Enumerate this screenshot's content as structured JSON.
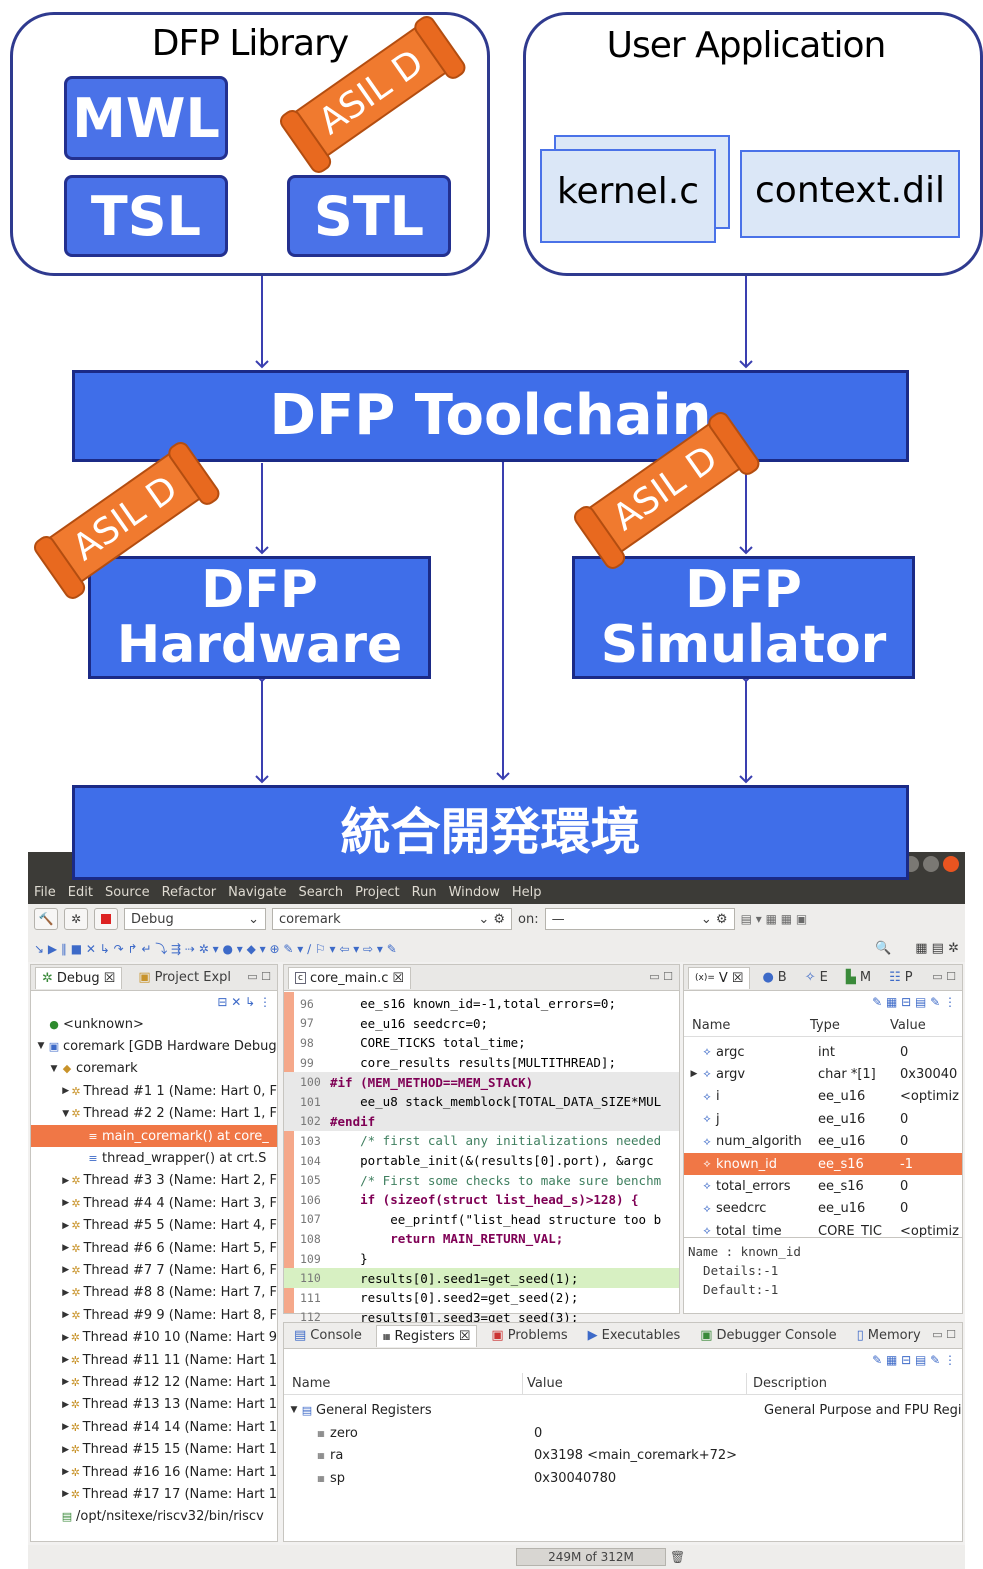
{
  "diagram": {
    "dfp_library": {
      "title": "DFP Library",
      "boxes": [
        "MWL",
        "TSL",
        "STL"
      ]
    },
    "user_application": {
      "title": "User Application",
      "files": [
        "kernel.c",
        "context.dil"
      ]
    },
    "toolchain": "DFP Toolchain",
    "hardware": [
      "DFP",
      "Hardware"
    ],
    "simulator": [
      "DFP",
      "Simulator"
    ],
    "ide": "統合開発環境",
    "badge": "ASIL D",
    "colors": {
      "box_fill": "#3f6ee9",
      "box_border": "#1b2a86",
      "badge": "#f07a2f",
      "arrow": "#3a3fb0",
      "group_border": "#2f3a8f"
    }
  },
  "ide": {
    "menu": [
      "File",
      "Edit",
      "Source",
      "Refactor",
      "Navigate",
      "Search",
      "Project",
      "Run",
      "Window",
      "Help"
    ],
    "toolbar": {
      "launch_mode": "Debug",
      "launch_config": "coremark",
      "on_label": "on:",
      "on_value": "—"
    },
    "debug_view": {
      "tabs": [
        "Debug",
        "Project Expl"
      ],
      "items": [
        {
          "indent": 0,
          "icon": "run-icon",
          "text": "<unknown>"
        },
        {
          "indent": 0,
          "expand": "▼",
          "icon": "c-launch-icon",
          "text": "coremark [GDB Hardware Debug"
        },
        {
          "indent": 1,
          "expand": "▼",
          "icon": "process-icon",
          "text": "coremark"
        },
        {
          "indent": 2,
          "expand": "▶",
          "icon": "thread-icon",
          "text": "Thread #1 1 (Name: Hart 0, F"
        },
        {
          "indent": 2,
          "expand": "▼",
          "icon": "thread-icon",
          "text": "Thread #2 2 (Name: Hart 1, F"
        },
        {
          "indent": 3,
          "icon": "frame-icon",
          "text": "main_coremark() at core_",
          "selected": true
        },
        {
          "indent": 3,
          "icon": "frame-icon",
          "text": "thread_wrapper() at crt.S"
        },
        {
          "indent": 2,
          "expand": "▶",
          "icon": "thread-icon",
          "text": "Thread #3 3 (Name: Hart 2, F"
        },
        {
          "indent": 2,
          "expand": "▶",
          "icon": "thread-icon",
          "text": "Thread #4 4 (Name: Hart 3, F"
        },
        {
          "indent": 2,
          "expand": "▶",
          "icon": "thread-icon",
          "text": "Thread #5 5 (Name: Hart 4, F"
        },
        {
          "indent": 2,
          "expand": "▶",
          "icon": "thread-icon",
          "text": "Thread #6 6 (Name: Hart 5, F"
        },
        {
          "indent": 2,
          "expand": "▶",
          "icon": "thread-icon",
          "text": "Thread #7 7 (Name: Hart 6, F"
        },
        {
          "indent": 2,
          "expand": "▶",
          "icon": "thread-icon",
          "text": "Thread #8 8 (Name: Hart 7, F"
        },
        {
          "indent": 2,
          "expand": "▶",
          "icon": "thread-icon",
          "text": "Thread #9 9 (Name: Hart 8, F"
        },
        {
          "indent": 2,
          "expand": "▶",
          "icon": "thread-icon",
          "text": "Thread #10 10 (Name: Hart 9"
        },
        {
          "indent": 2,
          "expand": "▶",
          "icon": "thread-icon",
          "text": "Thread #11 11 (Name: Hart 1"
        },
        {
          "indent": 2,
          "expand": "▶",
          "icon": "thread-icon",
          "text": "Thread #12 12 (Name: Hart 1"
        },
        {
          "indent": 2,
          "expand": "▶",
          "icon": "thread-icon",
          "text": "Thread #13 13 (Name: Hart 1"
        },
        {
          "indent": 2,
          "expand": "▶",
          "icon": "thread-icon",
          "text": "Thread #14 14 (Name: Hart 1"
        },
        {
          "indent": 2,
          "expand": "▶",
          "icon": "thread-icon",
          "text": "Thread #15 15 (Name: Hart 1"
        },
        {
          "indent": 2,
          "expand": "▶",
          "icon": "thread-icon",
          "text": "Thread #16 16 (Name: Hart 1"
        },
        {
          "indent": 2,
          "expand": "▶",
          "icon": "thread-icon",
          "text": "Thread #17 17 (Name: Hart 1"
        },
        {
          "indent": 1,
          "icon": "exe-icon",
          "text": "/opt/nsitexe/riscv32/bin/riscv"
        }
      ]
    },
    "editor": {
      "tab": "core_main.c",
      "lines": [
        {
          "n": "96",
          "t": "    ee_s16 known_id=-1,total_errors=0;"
        },
        {
          "n": "97",
          "t": "    ee_u16 seedcrc=0;"
        },
        {
          "n": "98",
          "t": "    CORE_TICKS total_time;"
        },
        {
          "n": "99",
          "t": "    core_results results[MULTITHREAD];"
        },
        {
          "n": "100",
          "t": "#if (MEM_METHOD==MEM_STACK)",
          "hl": "pre"
        },
        {
          "n": "101",
          "t": "    ee_u8 stack_memblock[TOTAL_DATA_SIZE*MUL",
          "hl": "pre"
        },
        {
          "n": "102",
          "t": "#endif",
          "hl": "pre"
        },
        {
          "n": "103",
          "t": "    /* first call any initializations needed"
        },
        {
          "n": "104",
          "t": "    portable_init(&(results[0].port), &argc"
        },
        {
          "n": "105",
          "t": "    /* First some checks to make sure benchm"
        },
        {
          "n": "106",
          "t": "    if (sizeof(struct list_head_s)>128) {"
        },
        {
          "n": "107",
          "t": "        ee_printf(\"list_head structure too b"
        },
        {
          "n": "108",
          "t": "        return MAIN_RETURN_VAL;"
        },
        {
          "n": "109",
          "t": "    }"
        },
        {
          "n": "110",
          "t": "    results[0].seed1=get_seed(1);",
          "hl": "cur"
        },
        {
          "n": "111",
          "t": "    results[0].seed2=get_seed(2);"
        },
        {
          "n": "112",
          "t": "    results[0].seed3=get_seed(3);"
        }
      ]
    },
    "variables": {
      "tabs": [
        "V",
        "B",
        "E",
        "M",
        "P"
      ],
      "columns": [
        "Name",
        "Type",
        "Value"
      ],
      "rows": [
        {
          "name": "argc",
          "type": "int",
          "value": "0"
        },
        {
          "name": "argv",
          "type": "char *[1]",
          "value": "0x30040",
          "expand": true
        },
        {
          "name": "i",
          "type": "ee_u16",
          "value": "<optimiz"
        },
        {
          "name": "j",
          "type": "ee_u16",
          "value": "0"
        },
        {
          "name": "num_algorith",
          "type": "ee_u16",
          "value": "0"
        },
        {
          "name": "known_id",
          "type": "ee_s16",
          "value": "-1",
          "selected": true
        },
        {
          "name": "total_errors",
          "type": "ee_s16",
          "value": "0"
        },
        {
          "name": "seedcrc",
          "type": "ee_u16",
          "value": "0"
        },
        {
          "name": "total_time",
          "type": "CORE_TIC",
          "value": "<optimiz"
        }
      ],
      "detail": [
        "Name : known_id",
        "  Details:-1",
        "  Default:-1"
      ]
    },
    "bottom": {
      "tabs": [
        "Console",
        "Registers",
        "Problems",
        "Executables",
        "Debugger Console",
        "Memory"
      ],
      "columns": [
        "Name",
        "Value",
        "Description"
      ],
      "group": {
        "name": "General Registers",
        "description": "General Purpose and FPU Regi"
      },
      "rows": [
        {
          "name": "zero",
          "value": "0"
        },
        {
          "name": "ra",
          "value": "0x3198 <main_coremark+72>"
        },
        {
          "name": "sp",
          "value": "0x30040780"
        }
      ]
    },
    "status": {
      "heap": "249M of 312M"
    }
  }
}
